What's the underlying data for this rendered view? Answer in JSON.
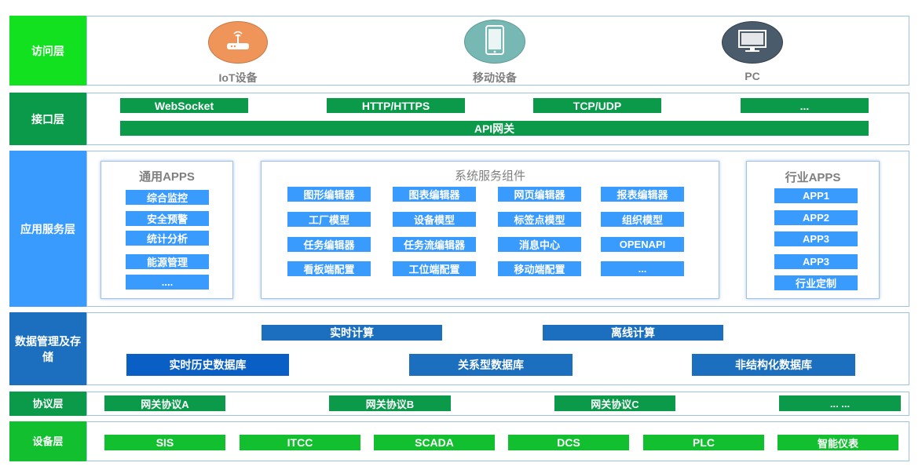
{
  "layers": {
    "access": "访问层",
    "interface": "接口层",
    "app": "应用服务层",
    "data": "数据管理及存储",
    "protocol": "协议层",
    "device": "设备层"
  },
  "access": {
    "devices": [
      {
        "label": "IoT设备",
        "icon": "router-icon",
        "color": "#f0955a"
      },
      {
        "label": "移动设备",
        "icon": "tablet-icon",
        "color": "#78b8b4"
      },
      {
        "label": "PC",
        "icon": "monitor-icon",
        "color": "#4a5b6c"
      }
    ]
  },
  "interface": {
    "items": [
      "WebSocket",
      "HTTP/HTTPS",
      "TCP/UDP",
      "..."
    ],
    "gateway": "API网关"
  },
  "app": {
    "general": {
      "title": "通用APPS",
      "items": [
        "综合监控",
        "安全预警",
        "统计分析",
        "能源管理",
        "...."
      ]
    },
    "system": {
      "title": "系统服务组件",
      "rows": [
        [
          "图形编辑器",
          "图表编辑器",
          "网页编辑器",
          "报表编辑器"
        ],
        [
          "工厂模型",
          "设备模型",
          "标签点模型",
          "组织模型"
        ],
        [
          "任务编辑器",
          "任务流编辑器",
          "消息中心",
          "OPENAPI"
        ],
        [
          "看板端配置",
          "工位端配置",
          "移动端配置",
          "..."
        ]
      ]
    },
    "industry": {
      "title": "行业APPS",
      "items": [
        "APP1",
        "APP2",
        "APP3",
        "APP3",
        "行业定制"
      ]
    }
  },
  "data": {
    "compute": [
      "实时计算",
      "离线计算"
    ],
    "stores": [
      "实时历史数据库",
      "关系型数据库",
      "非结构化数据库"
    ]
  },
  "protocol": {
    "items": [
      "网关协议A",
      "网关协议B",
      "网关协议C",
      "... ..."
    ]
  },
  "device": {
    "items": [
      "SIS",
      "ITCC",
      "SCADA",
      "DCS",
      "PLC",
      "智能仪表"
    ]
  },
  "colors": {
    "green_bright": "#12c02f",
    "green_dark": "#0a9a4a",
    "blue": "#3a9bff",
    "blue_dark": "#1b6fbe"
  }
}
